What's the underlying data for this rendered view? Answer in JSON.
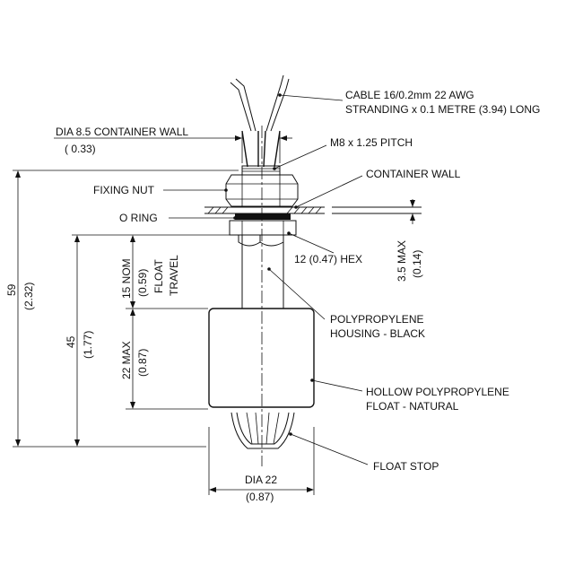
{
  "labels": {
    "cable_line1": "CABLE 16/0.2mm 22 AWG",
    "cable_line2": "STRANDING x 0.1 METRE (3.94) LONG",
    "dia_wall": "DIA 8.5 CONTAINER WALL",
    "dia_wall_inch": "( 0.33)",
    "pitch": "M8 x 1.25 PITCH",
    "container_wall": "CONTAINER WALL",
    "fixing_nut": "FIXING NUT",
    "o_ring": "O RING",
    "hex": "12 (0.47) HEX",
    "max_35": "3.5 MAX",
    "max_35_inch": "(0.14)",
    "dim_59": "59",
    "dim_59_inch": "(2.32)",
    "dim_45": "45",
    "dim_45_inch": "(1.77)",
    "nom_15": "15 NOM",
    "nom_15_inch": "(0.59)",
    "float_word": "FLOAT",
    "travel_word": "TRAVEL",
    "max_22": "22 MAX",
    "max_22_inch": "(0.87)",
    "housing_line1": "POLYPROPYLENE",
    "housing_line2": "HOUSING - BLACK",
    "float_line1": "HOLLOW POLYPROPYLENE",
    "float_line2": "FLOAT - NATURAL",
    "float_stop": "FLOAT STOP",
    "dia22": "DIA 22",
    "dia22_inch": "(0.87)"
  }
}
